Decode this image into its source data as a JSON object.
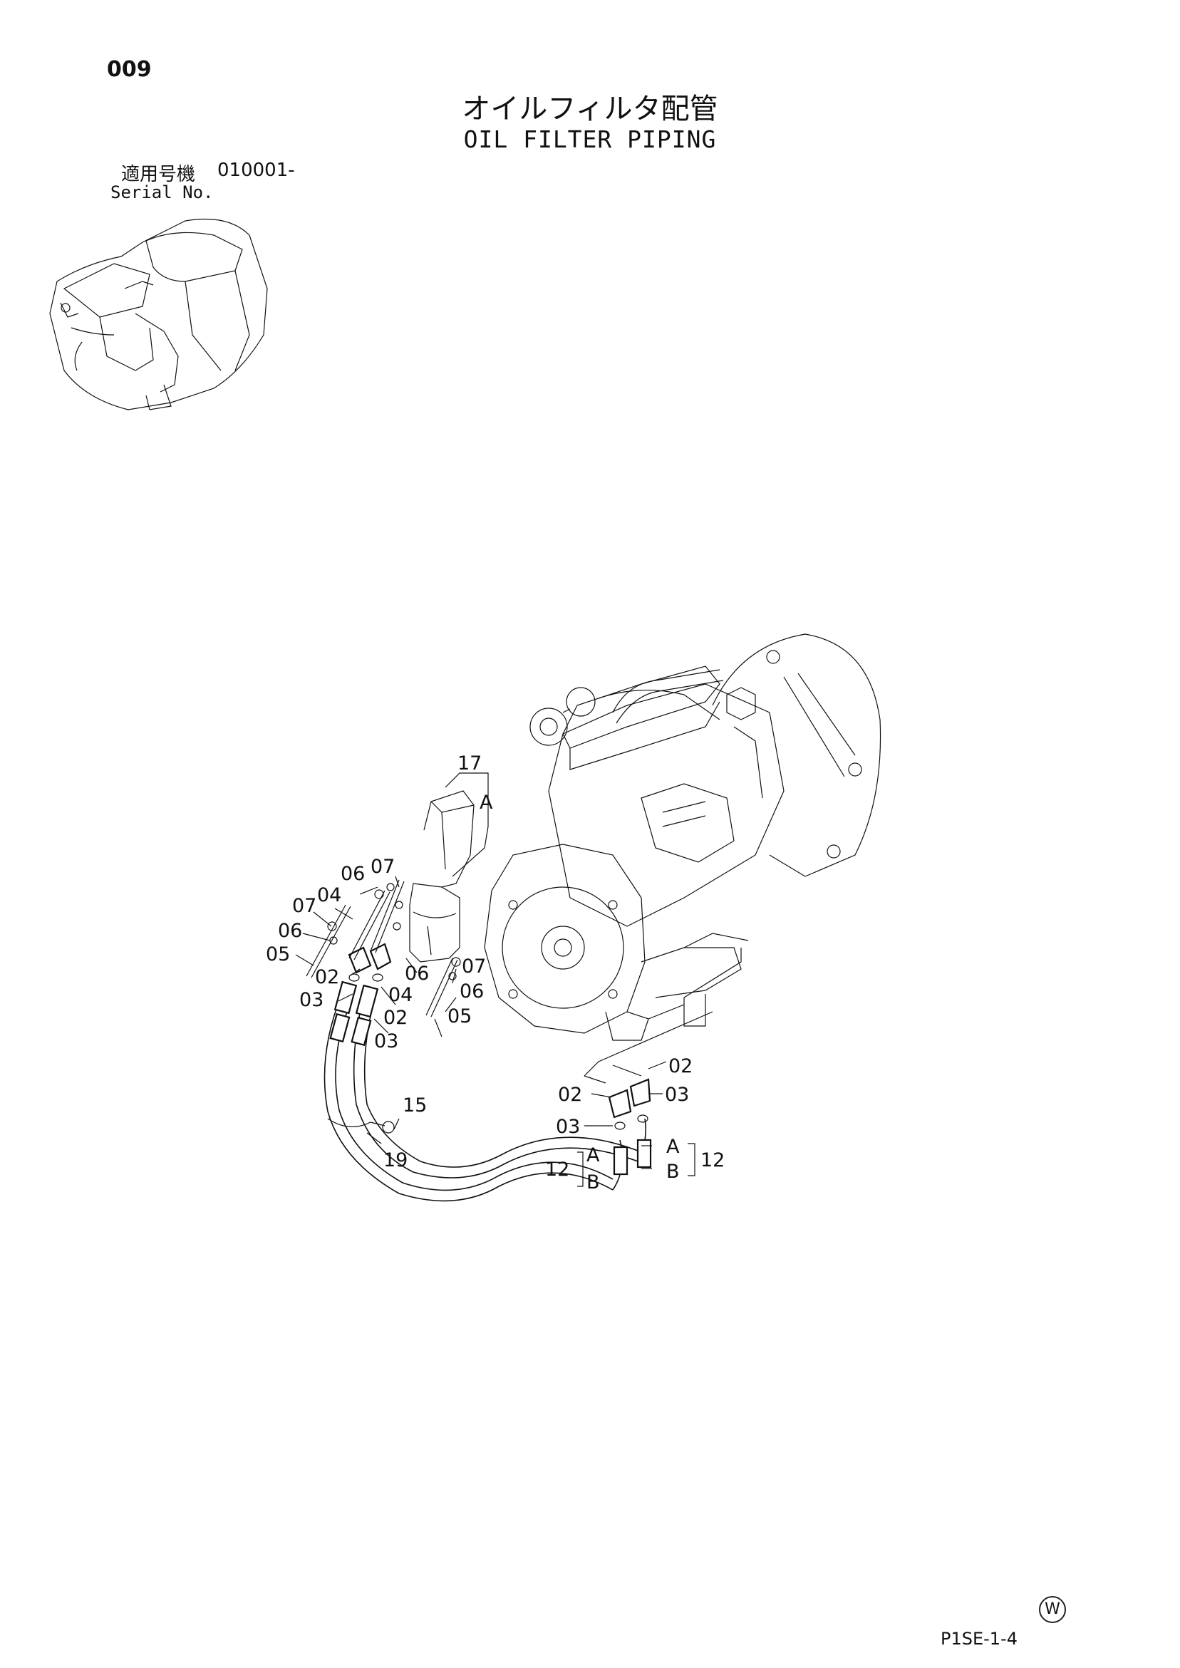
{
  "header": {
    "page_number": "009",
    "title_jp": "オイルフィルタ配管",
    "title_en": "OIL FILTER PIPING",
    "serial_label_jp": "適用号機",
    "serial_range": "010001-",
    "serial_label_en": "Serial No."
  },
  "diagram": {
    "callouts": {
      "c17": "17",
      "cA_top": "A",
      "c06a": "06",
      "c07a": "07",
      "c04a": "04",
      "c07b": "07",
      "c06b": "06",
      "c05a": "05",
      "c02a": "02",
      "c03a": "03",
      "c06c": "06",
      "c04b": "04",
      "c02b": "02",
      "c03b": "03",
      "c07c": "07",
      "c06d": "06",
      "c05b": "05",
      "c15": "15",
      "c19": "19",
      "c02c": "02",
      "c02d": "02",
      "c03c": "03",
      "c03d": "03",
      "c12a": "12",
      "cA_l": "A",
      "cB_l": "B",
      "cA_r": "A",
      "cB_r": "B",
      "c12b": "12"
    }
  },
  "footer": {
    "watermark": "W",
    "page_code": "P1SE-1-4"
  }
}
